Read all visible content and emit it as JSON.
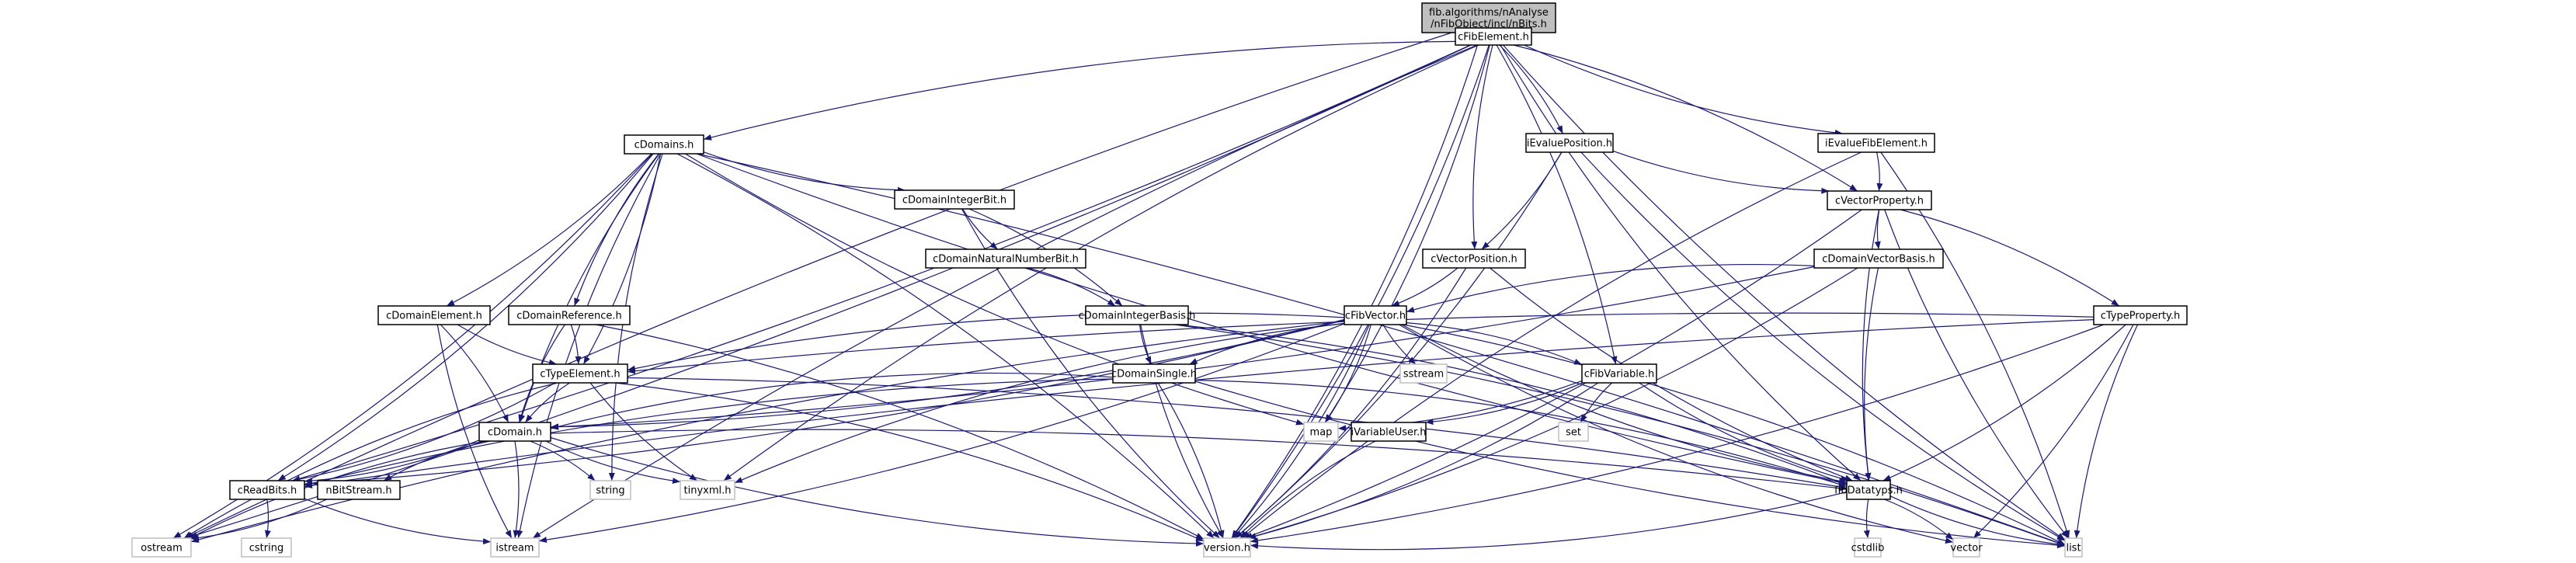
{
  "title": "Include dependency graph for nBits.h",
  "colors": {
    "edge": "#191970",
    "root_fill": "#bfbfbf",
    "project_border": "#000000",
    "system_border": "#bfbfbf"
  },
  "nodes": [
    {
      "id": "root",
      "label": [
        "fib.algorithms/nAnalyse",
        "/nFibObject/incl/nBits.h"
      ],
      "kind": "root"
    },
    {
      "id": "cFibElement",
      "label": [
        "cFibElement.h"
      ],
      "kind": "project"
    },
    {
      "id": "cDomains",
      "label": [
        "cDomains.h"
      ],
      "kind": "project"
    },
    {
      "id": "iEvaluePosition",
      "label": [
        "iEvaluePosition.h"
      ],
      "kind": "project"
    },
    {
      "id": "iEvalueFibElement",
      "label": [
        "iEvalueFibElement.h"
      ],
      "kind": "project"
    },
    {
      "id": "cDomainIntegerBit",
      "label": [
        "cDomainIntegerBit.h"
      ],
      "kind": "project"
    },
    {
      "id": "cVectorProperty",
      "label": [
        "cVectorProperty.h"
      ],
      "kind": "project"
    },
    {
      "id": "cDomainNaturalNumberBit",
      "label": [
        "cDomainNaturalNumberBit.h"
      ],
      "kind": "project"
    },
    {
      "id": "cVectorPosition",
      "label": [
        "cVectorPosition.h"
      ],
      "kind": "project"
    },
    {
      "id": "cDomainVectorBasis",
      "label": [
        "cDomainVectorBasis.h"
      ],
      "kind": "project"
    },
    {
      "id": "cDomainElement",
      "label": [
        "cDomainElement.h"
      ],
      "kind": "project"
    },
    {
      "id": "cDomainReference",
      "label": [
        "cDomainReference.h"
      ],
      "kind": "project"
    },
    {
      "id": "cDomainIntegerBasis",
      "label": [
        "cDomainIntegerBasis.h"
      ],
      "kind": "project"
    },
    {
      "id": "cFibVector",
      "label": [
        "cFibVector.h"
      ],
      "kind": "project"
    },
    {
      "id": "cTypeProperty",
      "label": [
        "cTypeProperty.h"
      ],
      "kind": "project"
    },
    {
      "id": "cTypeElement",
      "label": [
        "cTypeElement.h"
      ],
      "kind": "project"
    },
    {
      "id": "cDomainSingle",
      "label": [
        "cDomainSingle.h"
      ],
      "kind": "project"
    },
    {
      "id": "sstream",
      "label": [
        "sstream"
      ],
      "kind": "system"
    },
    {
      "id": "cFibVariable",
      "label": [
        "cFibVariable.h"
      ],
      "kind": "project"
    },
    {
      "id": "cDomain",
      "label": [
        "cDomain.h"
      ],
      "kind": "project"
    },
    {
      "id": "map",
      "label": [
        "map"
      ],
      "kind": "system"
    },
    {
      "id": "iVariableUser",
      "label": [
        "iVariableUser.h"
      ],
      "kind": "project"
    },
    {
      "id": "set",
      "label": [
        "set"
      ],
      "kind": "system"
    },
    {
      "id": "cReadBits",
      "label": [
        "cReadBits.h"
      ],
      "kind": "project"
    },
    {
      "id": "nBitStream",
      "label": [
        "nBitStream.h"
      ],
      "kind": "project"
    },
    {
      "id": "string",
      "label": [
        "string"
      ],
      "kind": "system"
    },
    {
      "id": "tinyxml",
      "label": [
        "tinyxml.h"
      ],
      "kind": "system"
    },
    {
      "id": "fibDatatyps",
      "label": [
        "fibDatatyps.h"
      ],
      "kind": "project"
    },
    {
      "id": "ostream",
      "label": [
        "ostream"
      ],
      "kind": "system"
    },
    {
      "id": "cstring",
      "label": [
        "cstring"
      ],
      "kind": "system"
    },
    {
      "id": "istream",
      "label": [
        "istream"
      ],
      "kind": "system"
    },
    {
      "id": "version",
      "label": [
        "version.h"
      ],
      "kind": "system"
    },
    {
      "id": "cstdlib",
      "label": [
        "cstdlib"
      ],
      "kind": "system"
    },
    {
      "id": "vector",
      "label": [
        "vector"
      ],
      "kind": "system"
    },
    {
      "id": "list",
      "label": [
        "list"
      ],
      "kind": "system"
    }
  ],
  "edges": [
    [
      "root",
      "cFibElement"
    ],
    [
      "root",
      "ostream"
    ],
    [
      "root",
      "version"
    ],
    [
      "cFibElement",
      "cDomains"
    ],
    [
      "cFibElement",
      "iEvaluePosition"
    ],
    [
      "cFibElement",
      "iEvalueFibElement"
    ],
    [
      "cFibElement",
      "cVectorProperty"
    ],
    [
      "cFibElement",
      "cVectorPosition"
    ],
    [
      "cFibElement",
      "cFibVariable"
    ],
    [
      "cFibElement",
      "fibDatatyps"
    ],
    [
      "cFibElement",
      "cReadBits"
    ],
    [
      "cFibElement",
      "tinyxml"
    ],
    [
      "cFibElement",
      "ostream"
    ],
    [
      "cFibElement",
      "istream"
    ],
    [
      "cFibElement",
      "version"
    ],
    [
      "cFibElement",
      "list"
    ],
    [
      "cFibElement",
      "map"
    ],
    [
      "cDomains",
      "cDomainIntegerBit"
    ],
    [
      "cDomains",
      "cDomainElement"
    ],
    [
      "cDomains",
      "cDomainReference"
    ],
    [
      "cDomains",
      "cTypeElement"
    ],
    [
      "cDomains",
      "cDomain"
    ],
    [
      "cDomains",
      "cReadBits"
    ],
    [
      "cDomains",
      "string"
    ],
    [
      "cDomains",
      "ostream"
    ],
    [
      "cDomains",
      "istream"
    ],
    [
      "cDomains",
      "version"
    ],
    [
      "cDomains",
      "fibDatatyps"
    ],
    [
      "cDomains",
      "list"
    ],
    [
      "cDomains",
      "map"
    ],
    [
      "iEvaluePosition",
      "cVectorPosition"
    ],
    [
      "iEvaluePosition",
      "cVectorProperty"
    ],
    [
      "iEvaluePosition",
      "version"
    ],
    [
      "iEvaluePosition",
      "list"
    ],
    [
      "iEvalueFibElement",
      "cVectorProperty"
    ],
    [
      "iEvalueFibElement",
      "version"
    ],
    [
      "iEvalueFibElement",
      "list"
    ],
    [
      "cDomainIntegerBit",
      "cDomainNaturalNumberBit"
    ],
    [
      "cDomainIntegerBit",
      "cDomainIntegerBasis"
    ],
    [
      "cDomainIntegerBit",
      "version"
    ],
    [
      "cDomainNaturalNumberBit",
      "cDomainIntegerBasis"
    ],
    [
      "cVectorProperty",
      "cDomainVectorBasis"
    ],
    [
      "cVectorProperty",
      "cTypeProperty"
    ],
    [
      "cVectorProperty",
      "fibDatatyps"
    ],
    [
      "cVectorProperty",
      "version"
    ],
    [
      "cVectorProperty",
      "list"
    ],
    [
      "cVectorPosition",
      "cFibVector"
    ],
    [
      "cVectorPosition",
      "fibDatatyps"
    ],
    [
      "cVectorPosition",
      "version"
    ],
    [
      "cDomainVectorBasis",
      "cFibVector"
    ],
    [
      "cDomainVectorBasis",
      "cDomain"
    ],
    [
      "cDomainVectorBasis",
      "fibDatatyps"
    ],
    [
      "cDomainVectorBasis",
      "version"
    ],
    [
      "cDomainElement",
      "cTypeElement"
    ],
    [
      "cDomainElement",
      "cDomain"
    ],
    [
      "cDomainElement",
      "istream"
    ],
    [
      "cDomainReference",
      "cTypeElement"
    ],
    [
      "cDomainReference",
      "cDomain"
    ],
    [
      "cDomainReference",
      "version"
    ],
    [
      "cDomainIntegerBasis",
      "cDomainSingle"
    ],
    [
      "cDomainIntegerBasis",
      "fibDatatyps"
    ],
    [
      "cDomainIntegerBasis",
      "version"
    ],
    [
      "cDomainIntegerBasis",
      "list"
    ],
    [
      "cFibVector",
      "cDomainSingle"
    ],
    [
      "cFibVector",
      "cFibVariable"
    ],
    [
      "cFibVector",
      "cTypeElement"
    ],
    [
      "cFibVector",
      "cDomain"
    ],
    [
      "cFibVector",
      "sstream"
    ],
    [
      "cFibVector",
      "map"
    ],
    [
      "cFibVector",
      "fibDatatyps"
    ],
    [
      "cFibVector",
      "cReadBits"
    ],
    [
      "cFibVector",
      "tinyxml"
    ],
    [
      "cFibVector",
      "version"
    ],
    [
      "cFibVector",
      "vector"
    ],
    [
      "cFibVector",
      "list"
    ],
    [
      "cFibVector",
      "ostream"
    ],
    [
      "cFibVector",
      "istream"
    ],
    [
      "cTypeProperty",
      "cTypeElement"
    ],
    [
      "cTypeProperty",
      "fibDatatyps"
    ],
    [
      "cTypeProperty",
      "cReadBits"
    ],
    [
      "cTypeProperty",
      "version"
    ],
    [
      "cTypeProperty",
      "list"
    ],
    [
      "cTypeProperty",
      "vector"
    ],
    [
      "cTypeElement",
      "cDomain"
    ],
    [
      "cTypeElement",
      "cReadBits"
    ],
    [
      "cTypeElement",
      "tinyxml"
    ],
    [
      "cTypeElement",
      "fibDatatyps"
    ],
    [
      "cTypeElement",
      "ostream"
    ],
    [
      "cTypeElement",
      "version"
    ],
    [
      "cDomainSingle",
      "cDomain"
    ],
    [
      "cDomainSingle",
      "fibDatatyps"
    ],
    [
      "cDomainSingle",
      "cReadBits"
    ],
    [
      "cDomainSingle",
      "version"
    ],
    [
      "cDomainSingle",
      "list"
    ],
    [
      "cFibVariable",
      "iVariableUser"
    ],
    [
      "cFibVariable",
      "set"
    ],
    [
      "cFibVariable",
      "map"
    ],
    [
      "cFibVariable",
      "fibDatatyps"
    ],
    [
      "cFibVariable",
      "version"
    ],
    [
      "iVariableUser",
      "version"
    ],
    [
      "cDomain",
      "cReadBits"
    ],
    [
      "cDomain",
      "nBitStream"
    ],
    [
      "cDomain",
      "string"
    ],
    [
      "cDomain",
      "tinyxml"
    ],
    [
      "cDomain",
      "fibDatatyps"
    ],
    [
      "cDomain",
      "ostream"
    ],
    [
      "cDomain",
      "istream"
    ],
    [
      "cDomain",
      "version"
    ],
    [
      "cReadBits",
      "cstring"
    ],
    [
      "cReadBits",
      "istream"
    ],
    [
      "nBitStream",
      "ostream"
    ],
    [
      "fibDatatyps",
      "cstdlib"
    ],
    [
      "fibDatatyps",
      "vector"
    ],
    [
      "fibDatatyps",
      "list"
    ],
    [
      "fibDatatyps",
      "version"
    ]
  ]
}
